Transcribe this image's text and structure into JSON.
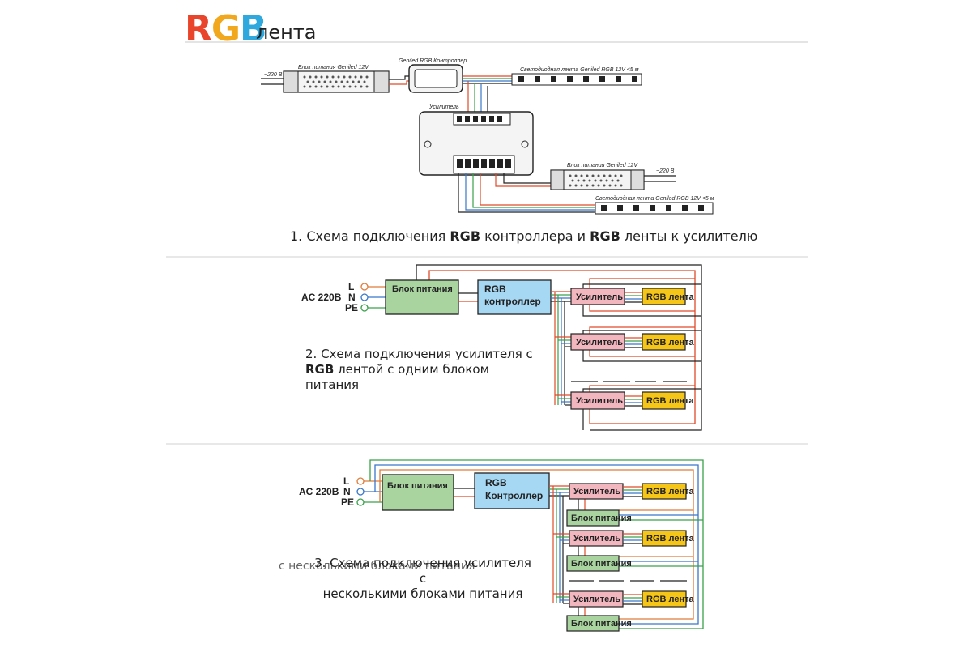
{
  "header": {
    "brand_r": "R",
    "brand_g": "G",
    "brand_b": "B",
    "brand_text": "лента"
  },
  "diagram1": {
    "psu_label": "Блок питания  Geniled 12V",
    "controller_label": "Geniled RGB Контроллер",
    "strip_label": "Светодиодная лента  Geniled RGB 12V  <5 м",
    "amplifier_label": "Усилитель",
    "psu2_label": "Блок питания  Geniled 12V",
    "strip2_label": "Светодиодная лента  Geniled RGB 12V  <5 м",
    "mains_label": "~220 В",
    "mains2_label": "~220 В",
    "caption_num": "1.",
    "caption_t1": "Схема подключения",
    "caption_b1": "RGB",
    "caption_t2": "контроллера и",
    "caption_b2": "RGB",
    "caption_t3": "ленты к усилителю"
  },
  "diagram2": {
    "ac_label": "AC 220В",
    "l": "L",
    "n": "N",
    "pe": "PE",
    "psu": "Блок питания",
    "ctrl_l1": "RGB",
    "ctrl_l2": "контроллер",
    "amp": "Усилитель",
    "strip": "RGB лента",
    "caption_l1": "2. Схема подключения усилителя с",
    "caption_b": "RGB",
    "caption_l2": "лентой с одним блоком",
    "caption_l3": "питания"
  },
  "diagram3": {
    "ac_label": "AC 220В",
    "l": "L",
    "n": "N",
    "pe": "PE",
    "psu": "Блок питания",
    "ctrl_l1": "RGB",
    "ctrl_l2": "Контроллер",
    "amp": "Усилитель",
    "strip": "RGB лента",
    "psu_small": "Блок питания",
    "caption_l1": "3. Схема подключения усилителя с",
    "caption_l2": "несколькими блоками питания",
    "caption_ghost": "с несколькими блоками питания"
  },
  "colors": {
    "psu_fill": "#a9d4a0",
    "ctrl_fill": "#a6d8f4",
    "amp_fill": "#f2b6bf",
    "strip_fill": "#f5c518",
    "wire_red": "#e04b2a",
    "wire_green": "#3aa14b",
    "wire_blue": "#3877c9",
    "wire_dark": "#222222"
  }
}
